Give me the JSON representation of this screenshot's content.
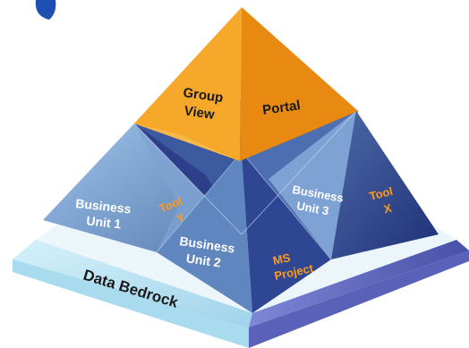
{
  "layers": {
    "top": {
      "group_view_line1": "Group",
      "group_view_line2": "View",
      "portal": "Portal"
    },
    "middle": {
      "business_unit_1_line1": "Business",
      "business_unit_1_line2": "Unit 1",
      "business_unit_2_line1": "Business",
      "business_unit_2_line2": "Unit 2",
      "business_unit_3_line1": "Business",
      "business_unit_3_line2": "Unit 3",
      "tool_y_line1": "Tool",
      "tool_y_line2": "Y",
      "tool_x_line1": "Tool",
      "tool_x_line2": "X",
      "ms_project_line1": "MS",
      "ms_project_line2": "Project"
    },
    "base": {
      "label": "Data Bedrock"
    }
  },
  "colors": {
    "apex_left": "#f6a31a",
    "apex_right": "#e8820c",
    "mid_blue": "#6f93c4",
    "dark_blue": "#1c2a78",
    "base_left": "#bfe7f4",
    "base_right": "#6a6fc6",
    "orange_text": "#ff9a1a"
  }
}
